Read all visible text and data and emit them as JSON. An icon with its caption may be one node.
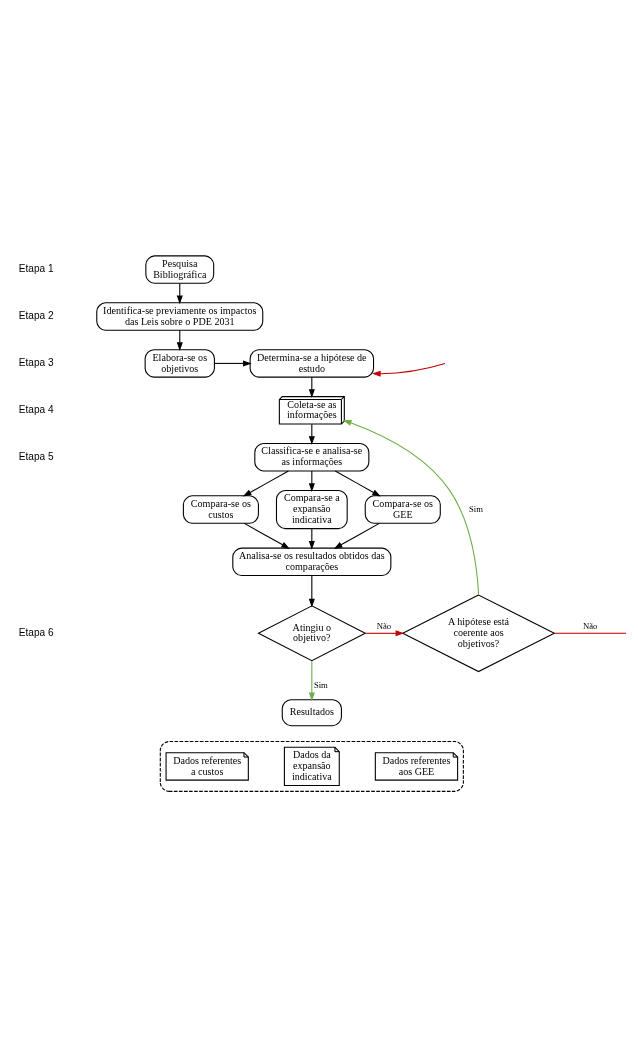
{
  "diagram": {
    "nodes": [
      {
        "text": [
          "Pesquisa Bibliográfica"
        ]
      },
      {
        "text": [
          "Identifica-se previamente os impactos das Leis sobre o PDE 2031"
        ]
      },
      {
        "text": [
          "Elabora-se os objetivos"
        ]
      },
      {
        "text": [
          "Determina-se a hipótese de estudo"
        ]
      },
      {
        "text": [
          "Coleta-se as informações"
        ]
      },
      {
        "text": [
          "Classifica-se e analisa-se as informações"
        ]
      },
      {
        "text": [
          "Compara-se os custos"
        ]
      },
      {
        "text": [
          "Compara-se a expansão indicativa"
        ]
      },
      {
        "text": [
          "Compara-se os GEE"
        ]
      },
      {
        "text": [
          "Analisa-se os resultados obtidos das comparações"
        ]
      },
      {
        "text": [
          "Atingiu o objetivo?"
        ]
      },
      {
        "text": [
          "A hipótese está coerente aos objetivos?"
        ]
      },
      {
        "text": [
          "Resultados"
        ]
      },
      {
        "text": [],
        "shape": "bracket"
      },
      {
        "text": [
          "Dados referentes a custos"
        ],
        "in": 13
      },
      {
        "text": [
          "Dados da expansão indicativa"
        ],
        "in": 13
      },
      {
        "text": [
          "Dados referentes aos GEE"
        ],
        "in": 13
      }
    ],
    "edges": [
      {
        "from": 0,
        "to": 1,
        "arrow": "to"
      },
      {
        "from": 1,
        "to": 2,
        "arrow": "to"
      },
      {
        "from": 2,
        "to": 3,
        "arrow": "to"
      },
      {
        "from": null,
        "to": 3,
        "arrow": "to",
        "color": "#c00000"
      },
      {
        "from": 3,
        "to": 4,
        "arrow": "to"
      },
      {
        "from": 4,
        "to": 5,
        "arrow": "to"
      },
      {
        "from": 5,
        "to": 6,
        "arrow": "to"
      },
      {
        "from": 5,
        "to": 7,
        "arrow": "to"
      },
      {
        "from": 5,
        "to": 8,
        "arrow": "to"
      },
      {
        "from": 6,
        "to": 9,
        "arrow": "to"
      },
      {
        "from": 7,
        "to": 9,
        "arrow": "to"
      },
      {
        "from": 8,
        "to": 9,
        "arrow": "to"
      },
      {
        "from": 9,
        "to": 10,
        "arrow": "to"
      },
      {
        "from": 10,
        "to": 11,
        "arrow": "to",
        "label": "Não",
        "color": "#c00000"
      },
      {
        "from": 11,
        "to": null,
        "arrow": "none",
        "label": "Não",
        "color": "#c00000"
      },
      {
        "from": 10,
        "to": 12,
        "arrow": "to",
        "label": "Sim",
        "color": "#70ad47"
      },
      {
        "from": 11,
        "to": 4,
        "arrow": "to",
        "label": "Sim",
        "color": "#70ad47"
      }
    ],
    "labels": [
      "Etapa 1",
      "Etapa 2",
      "Etapa 3",
      "Etapa 4",
      "Etapa 5",
      "Etapa 6"
    ]
  }
}
